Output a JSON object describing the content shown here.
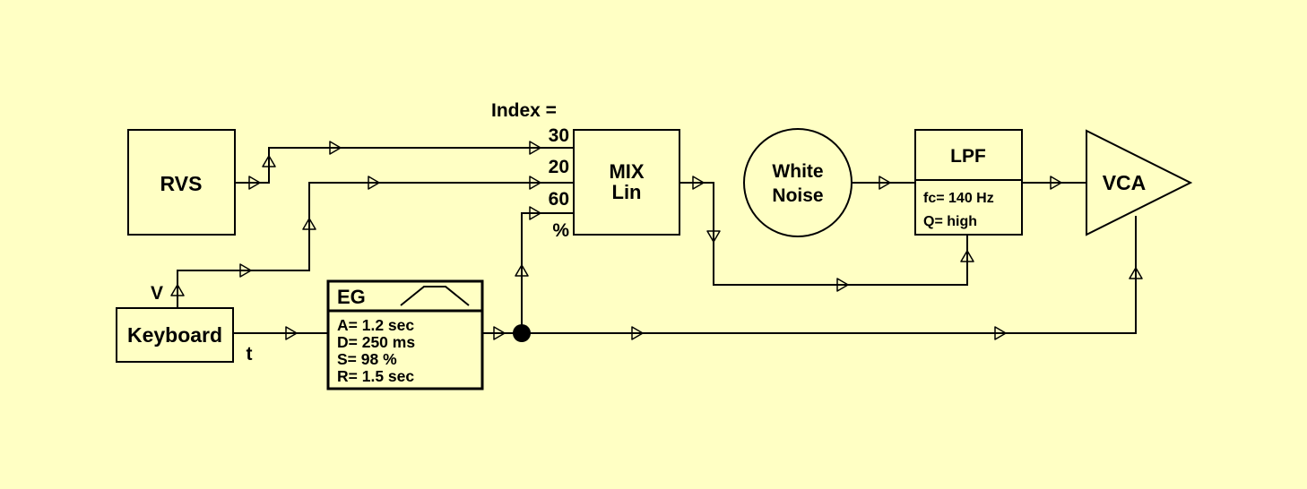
{
  "blocks": {
    "rvs": "RVS",
    "keyboard": "Keyboard",
    "mix_line1": "MIX",
    "mix_line2": "Lin",
    "white_noise_line1": "White",
    "white_noise_line2": "Noise",
    "lpf": "LPF",
    "vca": "VCA",
    "eg": "EG"
  },
  "keyboard_outputs": {
    "v": "V",
    "t": "t"
  },
  "mix_index": {
    "label": "Index =",
    "inputs": [
      "30",
      "20",
      "60"
    ],
    "unit": "%"
  },
  "eg_params": {
    "attack": "A= 1.2 sec",
    "decay": "D= 250 ms",
    "sustain": "S= 98 %",
    "release": "R= 1.5 sec"
  },
  "lpf_params": {
    "fc": "fc= 140 Hz",
    "q": "Q= high"
  },
  "colors": {
    "background": "#FFFFC4",
    "line": "#000000"
  }
}
